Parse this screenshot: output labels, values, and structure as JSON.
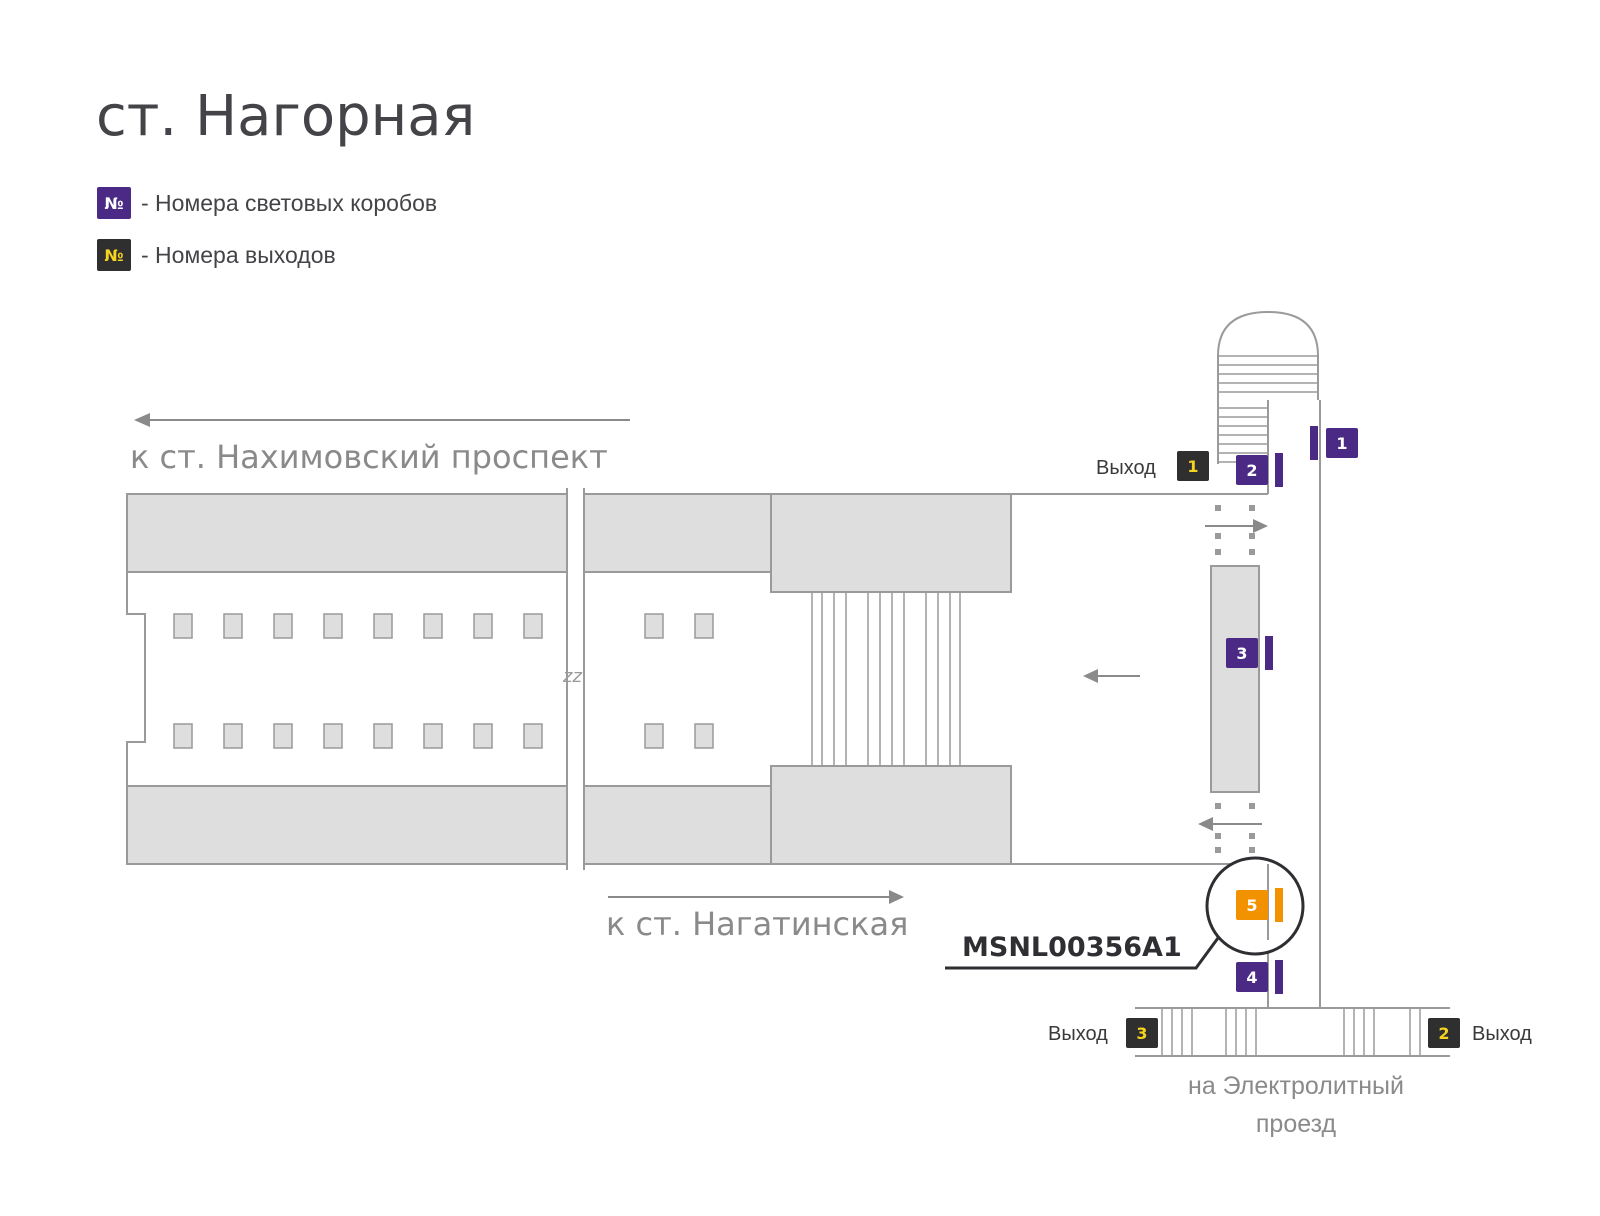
{
  "title": "ст. Нагорная",
  "legend": [
    {
      "symbol": "№",
      "text": "- Номера световых коробов",
      "box_color": "#4b2a86",
      "symbol_color": "#ffffff"
    },
    {
      "symbol": "№",
      "text": "- Номера выходов",
      "box_color": "#2f2f2f",
      "symbol_color": "#f5d31e"
    }
  ],
  "directions": {
    "nakhimovsky": "к ст. Нахимовский проспект",
    "nagatinskaya": "к ст. Нагатинская",
    "electrolytny_line1": "на Электролитный",
    "electrolytny_line2": "проезд"
  },
  "break_mark": "zz",
  "exits": {
    "label": "Выход",
    "items": [
      "1",
      "2",
      "3"
    ]
  },
  "lightboxes": [
    "1",
    "2",
    "3",
    "4",
    "5"
  ],
  "highlighted": {
    "code": "MSNL00356A1",
    "box_number": "5"
  },
  "colors": {
    "lightbox": "#4b2a86",
    "exit_badge": "#2f2f2f",
    "exit_number": "#f5d31e",
    "highlight": "#f39200",
    "platform_fill": "#dedede",
    "outline": "#9a9a9a"
  },
  "icons": {
    "direction_arrow": "arrow-icon",
    "break": "zigzag-break-icon"
  }
}
